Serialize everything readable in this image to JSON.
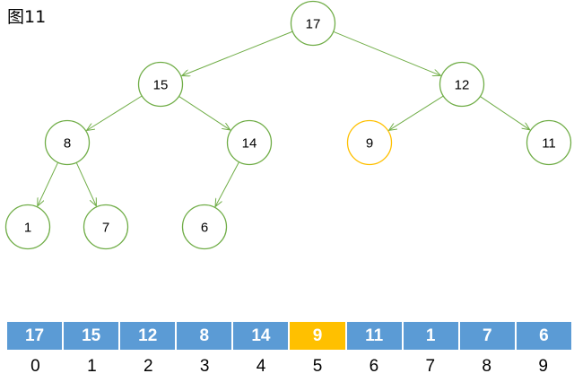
{
  "figure_label": "图11",
  "colors": {
    "edge": "#70ad47",
    "node_border": "#70ad47",
    "highlight_node_border": "#ffc000",
    "cell_fill": "#5b9bd5",
    "highlight_cell_fill": "#ffc000"
  },
  "tree": {
    "nodes": [
      {
        "id": "n0",
        "label": "17",
        "highlight": false
      },
      {
        "id": "n1",
        "label": "15",
        "highlight": false
      },
      {
        "id": "n2",
        "label": "12",
        "highlight": false
      },
      {
        "id": "n3",
        "label": "8",
        "highlight": false
      },
      {
        "id": "n4",
        "label": "14",
        "highlight": false
      },
      {
        "id": "n5",
        "label": "9",
        "highlight": true
      },
      {
        "id": "n6",
        "label": "11",
        "highlight": false
      },
      {
        "id": "n7",
        "label": "1",
        "highlight": false
      },
      {
        "id": "n8",
        "label": "7",
        "highlight": false
      },
      {
        "id": "n9",
        "label": "6",
        "highlight": false
      }
    ],
    "edges": [
      {
        "from": "n0",
        "to": "n1"
      },
      {
        "from": "n0",
        "to": "n2"
      },
      {
        "from": "n1",
        "to": "n3"
      },
      {
        "from": "n1",
        "to": "n4"
      },
      {
        "from": "n2",
        "to": "n5"
      },
      {
        "from": "n2",
        "to": "n6"
      },
      {
        "from": "n3",
        "to": "n7"
      },
      {
        "from": "n3",
        "to": "n8"
      },
      {
        "from": "n4",
        "to": "n9"
      }
    ]
  },
  "array": {
    "values": [
      "17",
      "15",
      "12",
      "8",
      "14",
      "9",
      "11",
      "1",
      "7",
      "6"
    ],
    "indices": [
      "0",
      "1",
      "2",
      "3",
      "4",
      "5",
      "6",
      "7",
      "8",
      "9"
    ],
    "highlight_index": 5
  }
}
